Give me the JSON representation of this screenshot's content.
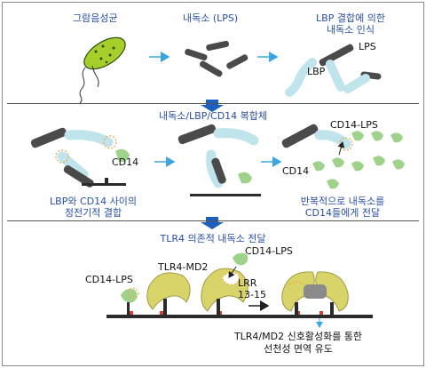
{
  "colors": {
    "text_blue": "#2a4fa5",
    "arrow_blue": "#3aa6e0",
    "separator_arrow": "#1f5fbf",
    "bacterium_green": "#a6cf2a",
    "protein_light_blue": "#bfe4ec",
    "protein_green": "#9fd28b",
    "lps_dark": "#4a4a4a",
    "tlr4_yellow": "#d9d46a",
    "membrane": "#2b2b2b",
    "highlight_orange": "#f0a030"
  },
  "row1": {
    "bacteria": "그람음성균",
    "endotoxin": "내독소 (LPS)",
    "recognition_line1": "LBP 결합에 의한",
    "recognition_line2": "내독소 인식",
    "lps_label": "LPS",
    "lbp_label": "LBP"
  },
  "row2": {
    "header": "내독소/LBP/CD14 복합체",
    "cd14_label_left": "CD14",
    "cd14_lps_label": "CD14-LPS",
    "cd14_label_right": "CD14",
    "caption_left_line1": "LBP와 CD14 사이의",
    "caption_left_line2": "정전기적 결합",
    "caption_right_line1": "반복적으로 내독소를",
    "caption_right_line2": "CD14들에게 전달"
  },
  "row3": {
    "header": "TLR4 의존적 내독소 전달",
    "cd14_lps_left": "CD14-LPS",
    "tlr4_md2": "TLR4-MD2",
    "cd14_lps_top": "CD14-LPS",
    "lrr_line1": "LRR",
    "lrr_line2": "13-15",
    "result_line1": "TLR4/MD2 신호활성화를 통한",
    "result_line2": "선천성 면역 유도"
  }
}
